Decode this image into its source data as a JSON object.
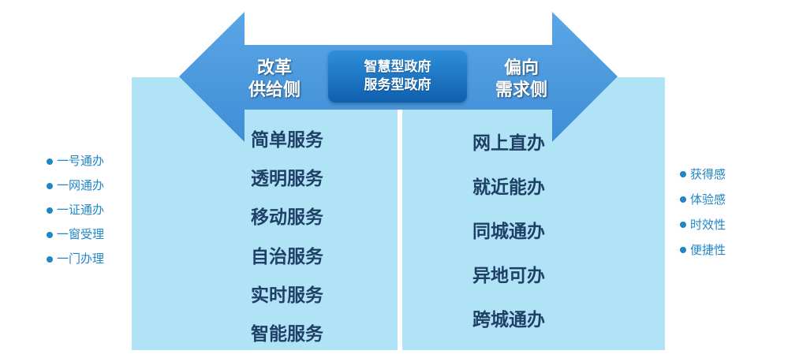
{
  "center": {
    "line1": "智慧型政府",
    "line2": "服务型政府"
  },
  "left": {
    "title_line1": "改革",
    "title_line2": "供给侧",
    "services": [
      "简单服务",
      "透明服务",
      "移动服务",
      "自治服务",
      "实时服务",
      "智能服务"
    ]
  },
  "right": {
    "title_line1": "偏向",
    "title_line2": "需求侧",
    "services": [
      "网上直办",
      "就近能办",
      "同城通办",
      "异地可办",
      "跨城通办"
    ]
  },
  "left_bullets": [
    "一号通办",
    "一网通办",
    "一证通办",
    "一窗受理",
    "一门办理"
  ],
  "right_bullets": [
    "获得感",
    "体验感",
    "时效性",
    "便捷性"
  ],
  "colors": {
    "panel": "#b0e3f6",
    "arrow": "#4f9be0",
    "center_box": "#1570c0",
    "service_text": "#1f3f67",
    "bullet": "#1f86c8"
  }
}
